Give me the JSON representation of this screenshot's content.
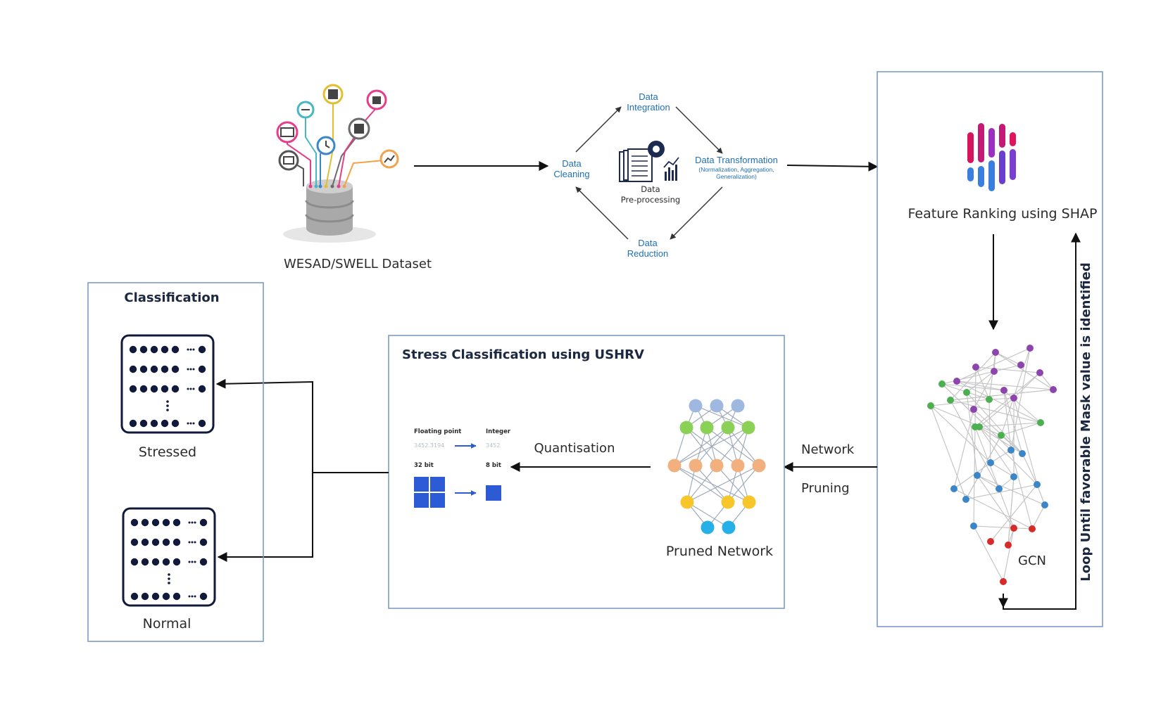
{
  "dataset": {
    "label": "WESAD/SWELL Dataset"
  },
  "preprocessing": {
    "center": "Data\nPre-processing",
    "integration": "Data\nIntegration",
    "cleaning": "Data\nCleaning",
    "reduction": "Data\nReduction",
    "transformation": "Data Transformation",
    "transformation_detail": "(Normalization, Aggregation,\nGeneralization)"
  },
  "shap_panel": {
    "feature_ranking": "Feature Ranking using SHAP",
    "gcn": "GCN",
    "loop": "Loop Until favorable Mask value is identified"
  },
  "stress_panel": {
    "title": "Stress Classification using USHRV",
    "quantisation": "Quantisation",
    "pruned_network": "Pruned Network",
    "floating_point": "Floating point",
    "integer": "Integer",
    "fp_value": "3452.3194",
    "int_value": "3452",
    "bits32": "32 bit",
    "bits8": "8 bit"
  },
  "network_pruning": {
    "line1": "Network",
    "line2": "Pruning"
  },
  "classification": {
    "title": "Classification",
    "stressed": "Stressed",
    "normal": "Normal"
  },
  "colors": {
    "frame": "#7d9cc6",
    "nn_layers": [
      "#9fb8e0",
      "#8bd155",
      "#f2b07e",
      "#f6c62a",
      "#25b1e8"
    ],
    "gcn_nodes": [
      "#8e44ad",
      "#4caf50",
      "#3a86c8",
      "#d62b2b"
    ],
    "shap_bars": [
      "#e0145c",
      "#9b2fc0",
      "#3a7fe0"
    ]
  }
}
